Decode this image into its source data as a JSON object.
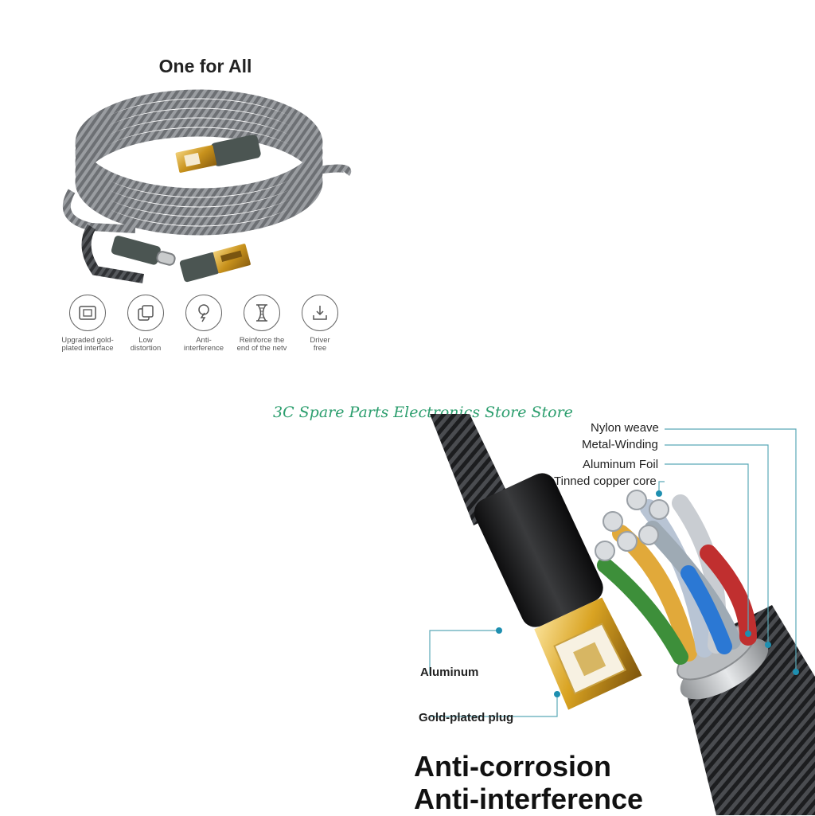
{
  "top_panel": {
    "title": "One for All",
    "features": [
      {
        "icon": "printer-port-icon",
        "label": "Upgraded gold-\nplated interface"
      },
      {
        "icon": "copy-stack-icon",
        "label": "Low\ndistortion"
      },
      {
        "icon": "lightning-shield-icon",
        "label": "Anti-\ninterference"
      },
      {
        "icon": "reinforced-joint-icon",
        "label": "Reinforce the\nend of the netv"
      },
      {
        "icon": "download-tray-icon",
        "label": "Driver\nfree"
      }
    ]
  },
  "watermark": "3C Spare Parts Electronics Store Store",
  "bottom_panel": {
    "layers": [
      "Nylon weave",
      "Metal-Winding",
      "Aluminum Foil",
      "Tinned copper core"
    ],
    "parts": [
      "Aluminum",
      "Gold-plated plug"
    ],
    "tagline_1": "Anti-corrosion",
    "tagline_2": "Anti-interference"
  },
  "colors": {
    "callout_line": "#5aa9b8",
    "callout_dot": "#1e8fb0",
    "watermark": "#2c9e6e",
    "braid_gray": "#6f7275",
    "gold": "#d9a322"
  }
}
